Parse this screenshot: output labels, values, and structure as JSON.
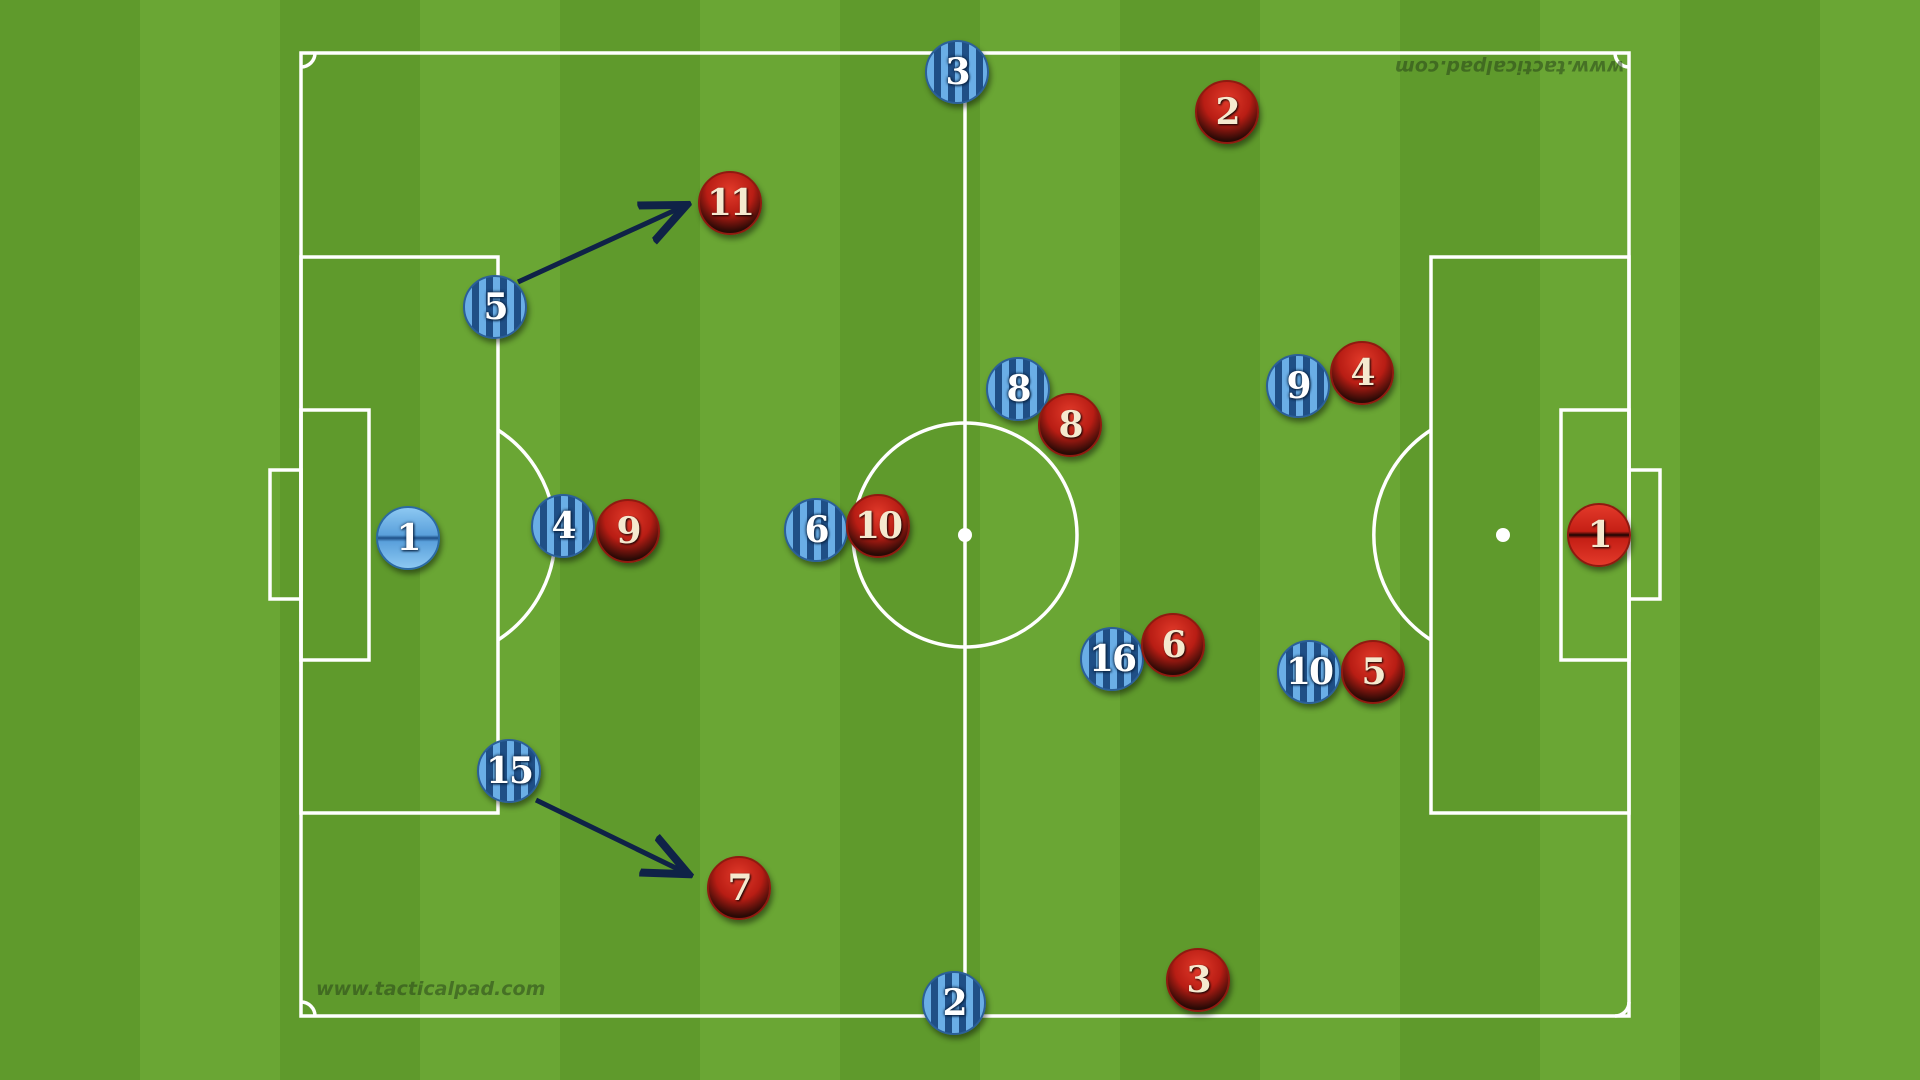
{
  "watermark": "www.tacticalpad.com",
  "colors": {
    "line": "#ffffff",
    "arrow": "#0f2247",
    "blue_primary": "#6aaee6",
    "blue_secondary": "#1f4f86",
    "red_primary": "#c51f15",
    "red_secondary": "#120403"
  },
  "icons": {
    "arrow": "arrow-icon"
  },
  "blue_team": {
    "goalkeeper": "1",
    "players": [
      "3",
      "5",
      "4",
      "15",
      "2",
      "6",
      "8",
      "16",
      "9",
      "10"
    ]
  },
  "red_team": {
    "goalkeeper": "1",
    "players": [
      "2",
      "11",
      "9",
      "10",
      "8",
      "7",
      "6",
      "4",
      "5",
      "3"
    ]
  }
}
